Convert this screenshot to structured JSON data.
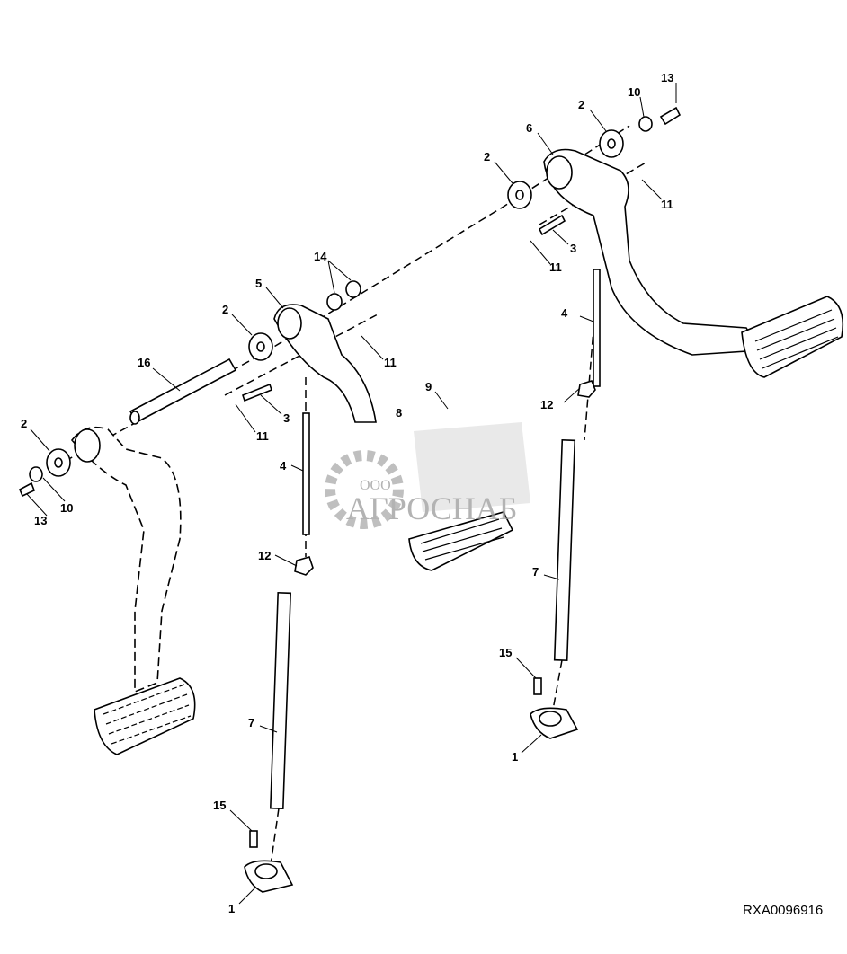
{
  "diagram": {
    "reference_code": "RXA0096916",
    "watermark": {
      "prefix": "ООО",
      "name": "АГРОСНАБ"
    },
    "callouts": [
      "13",
      "10",
      "2",
      "6",
      "2",
      "11",
      "3",
      "11",
      "14",
      "5",
      "2",
      "11",
      "16",
      "3",
      "11",
      "9",
      "8",
      "2",
      "10",
      "13",
      "12",
      "4",
      "4",
      "12",
      "7",
      "7",
      "15",
      "1",
      "15",
      "1"
    ]
  }
}
